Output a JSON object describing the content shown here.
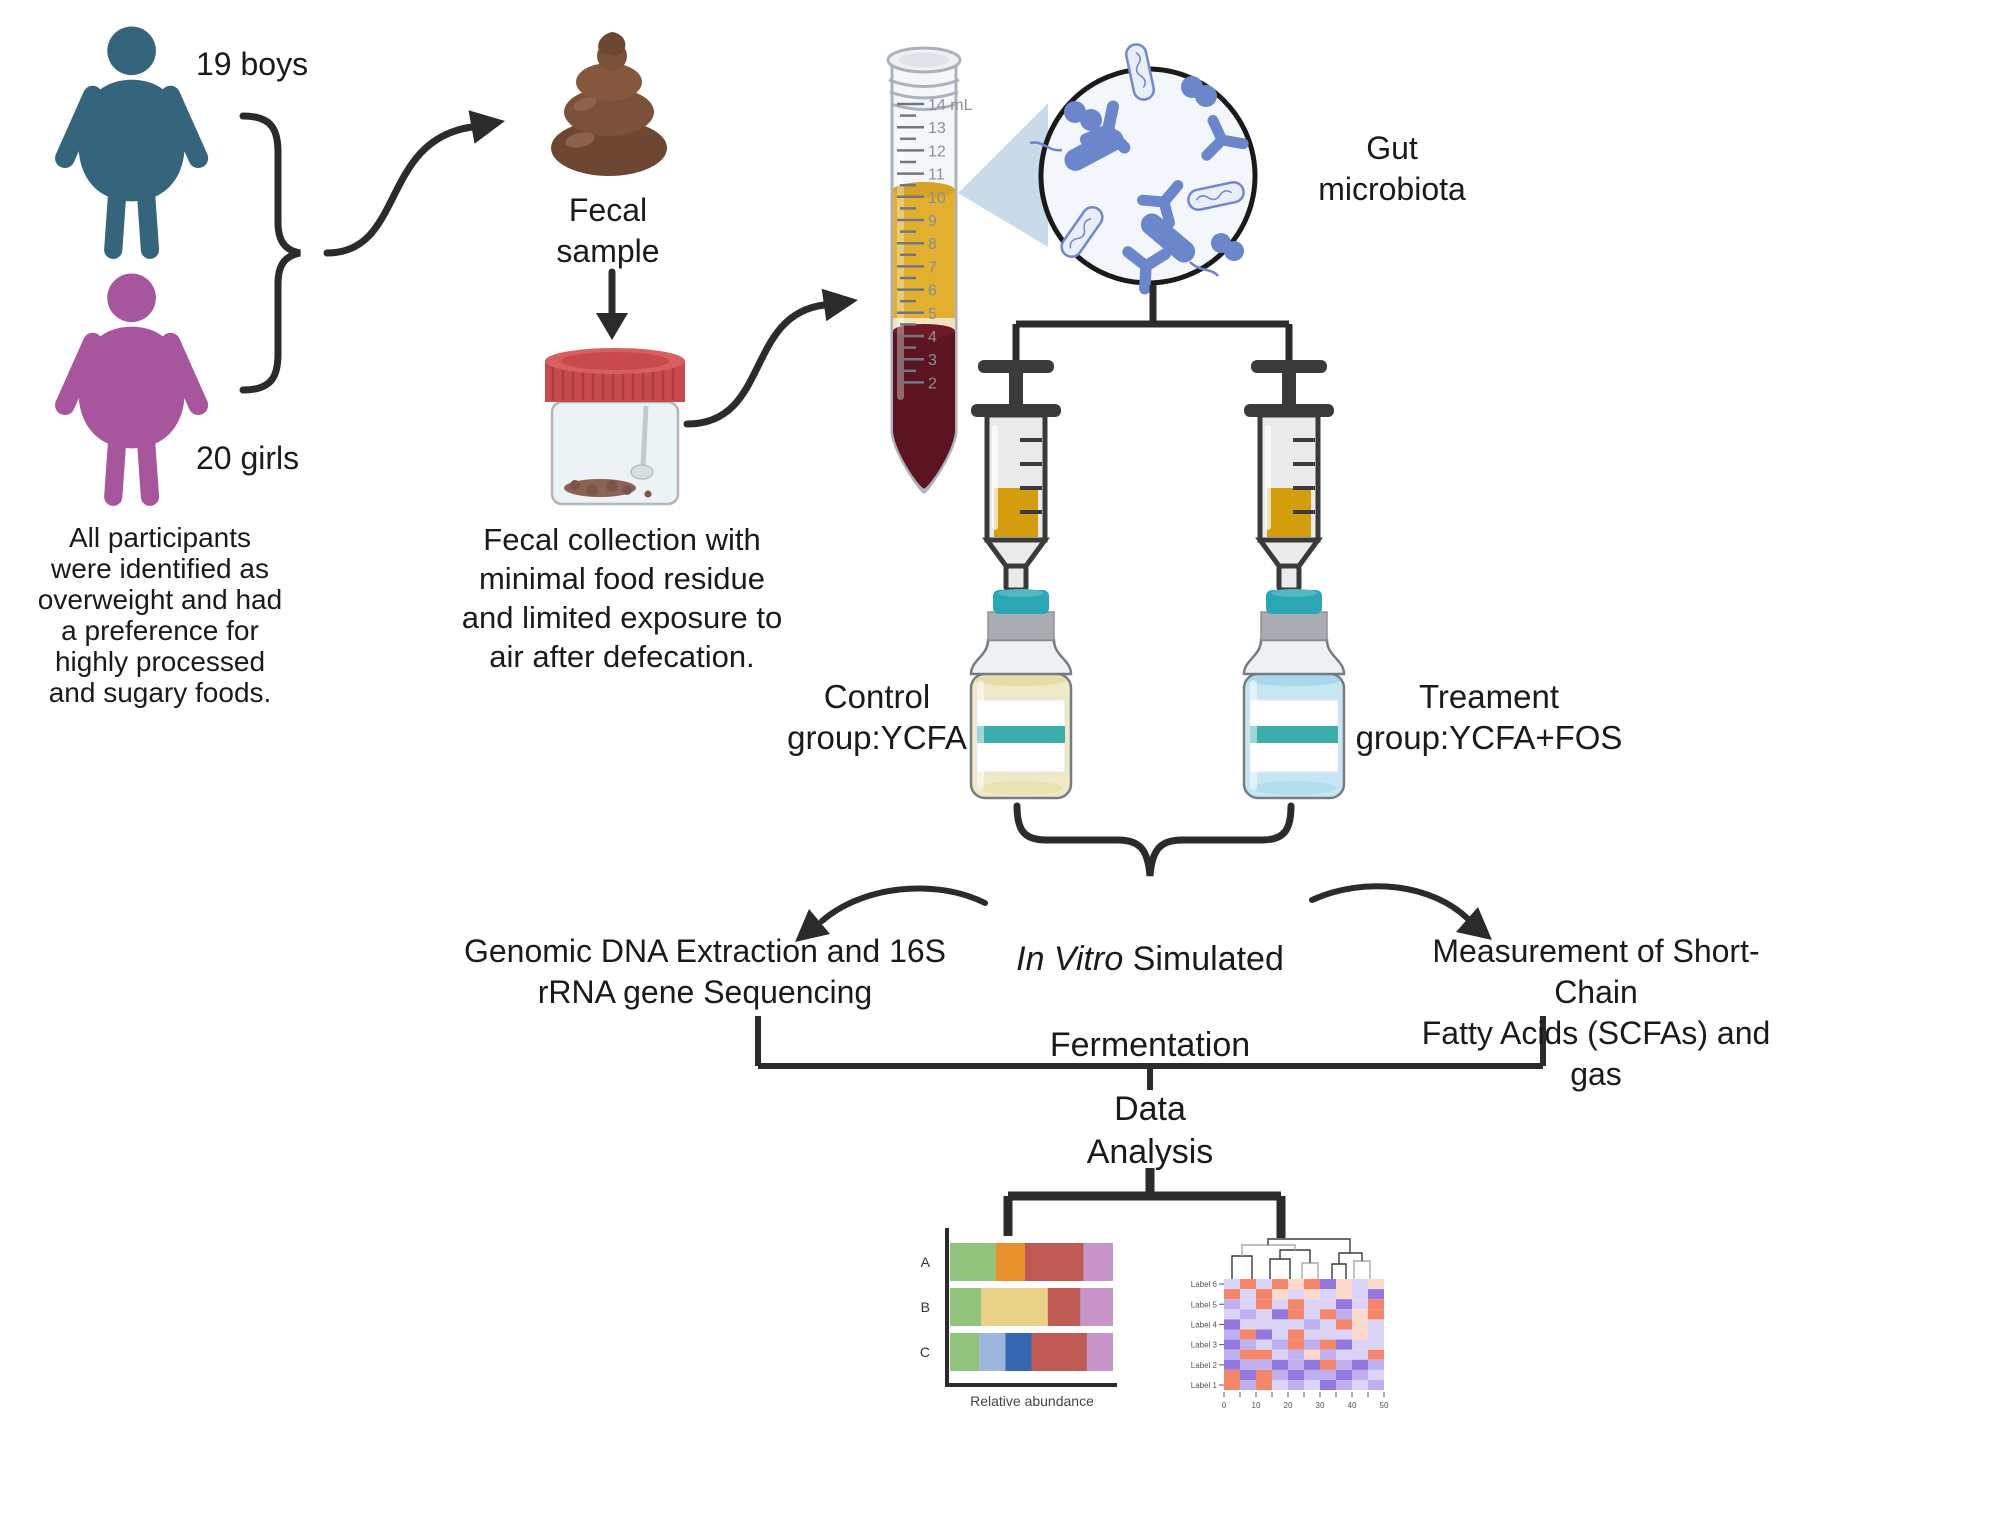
{
  "participants": {
    "boys_count_label": "19 boys",
    "girls_count_label": "20 girls",
    "boy_color": "#35647D",
    "girl_color": "#A7569E",
    "description": "All participants\nwere identified as\noverweight and had\na preference for\nhighly processed\nand sugary foods."
  },
  "fecal_sample": {
    "label": "Fecal\nsample"
  },
  "fecal_collection": {
    "caption": "Fecal collection with\nminimal food residue\nand limited exposure to\nair after defecation."
  },
  "centrifuge_tube": {
    "graduations": [
      "14 mL",
      "13",
      "12",
      "11",
      "10",
      "9",
      "8",
      "7",
      "6",
      "5",
      "4",
      "3",
      "2"
    ],
    "supernatant_color": "#E2AF2E",
    "buffy_color": "#F1E3C0",
    "pellet_color": "#5C1420"
  },
  "gut_microbiota": {
    "label": "Gut\nmicrobiota",
    "bacteria_color": "#6B86CB"
  },
  "groups": {
    "control_label": "Control\ngroup:YCFA",
    "treatment_label": "Treament\ngroup:YCFA+FOS",
    "control_vial_color": "#EFE9C9",
    "treatment_vial_color": "#C5E6F2",
    "syringe_liquid_color": "#D49D0E",
    "vial_cap_color": "#2BA6B5",
    "label_stripe_color": "#3CAFAD"
  },
  "fermentation": {
    "line1_italic": "In Vitro",
    "line1_rest": " Simulated",
    "line2": "Fermentation"
  },
  "analyses": {
    "sequencing_label": "Genomic DNA Extraction and 16S\nrRNA gene Sequencing",
    "scfa_label": "Measurement of Short-Chain\nFatty Acids (SCFAs) and gas"
  },
  "data_analysis": {
    "label": "Data\nAnalysis"
  },
  "chart_data": [
    {
      "type": "bar",
      "orientation": "horizontal_stacked",
      "categories": [
        "A",
        "B",
        "C"
      ],
      "xlabel": "Relative abundance",
      "series": [
        {
          "category": "A",
          "segments": [
            {
              "color": "#93C47E",
              "value": 28
            },
            {
              "color": "#E8912D",
              "value": 18
            },
            {
              "color": "#C05A55",
              "value": 36
            },
            {
              "color": "#C795CA",
              "value": 18
            }
          ]
        },
        {
          "category": "B",
          "segments": [
            {
              "color": "#93C47E",
              "value": 19
            },
            {
              "color": "#EBD289",
              "value": 41
            },
            {
              "color": "#C05A55",
              "value": 20
            },
            {
              "color": "#C795CA",
              "value": 20
            }
          ]
        },
        {
          "category": "C",
          "segments": [
            {
              "color": "#93C47E",
              "value": 18
            },
            {
              "color": "#9EB6DE",
              "value": 16
            },
            {
              "color": "#3568B1",
              "value": 16
            },
            {
              "color": "#C05A55",
              "value": 34
            },
            {
              "color": "#C795CA",
              "value": 16
            }
          ]
        }
      ]
    },
    {
      "type": "heatmap",
      "row_labels": [
        "Label 6",
        "Label 5",
        "Label 4",
        "Label 3",
        "Label 2",
        "Label 1"
      ],
      "x_ticks": [
        "0",
        "10",
        "20",
        "30",
        "40",
        "50"
      ],
      "palette": {
        "O": "#F4876B",
        "o": "#FBD9CD",
        "W": "#FBE7E0",
        "L": "#DCD4F6",
        "M": "#C0B0EF",
        "P": "#9477DF",
        "V": "#EDE9FB"
      },
      "grid": [
        "LOLOoOPoLo",
        "OLOoLoLoLP",
        "MLOLOLLPLO",
        "LMLPOLOMoO",
        "PLLLLMLOoL",
        "MOPLOLLLoL",
        "PMLMOMOPLL",
        "MOOLMoMLLO",
        "PMMPMPOMPM",
        "OPOMPMMPML",
        "OMOLMLPMLM"
      ]
    }
  ]
}
